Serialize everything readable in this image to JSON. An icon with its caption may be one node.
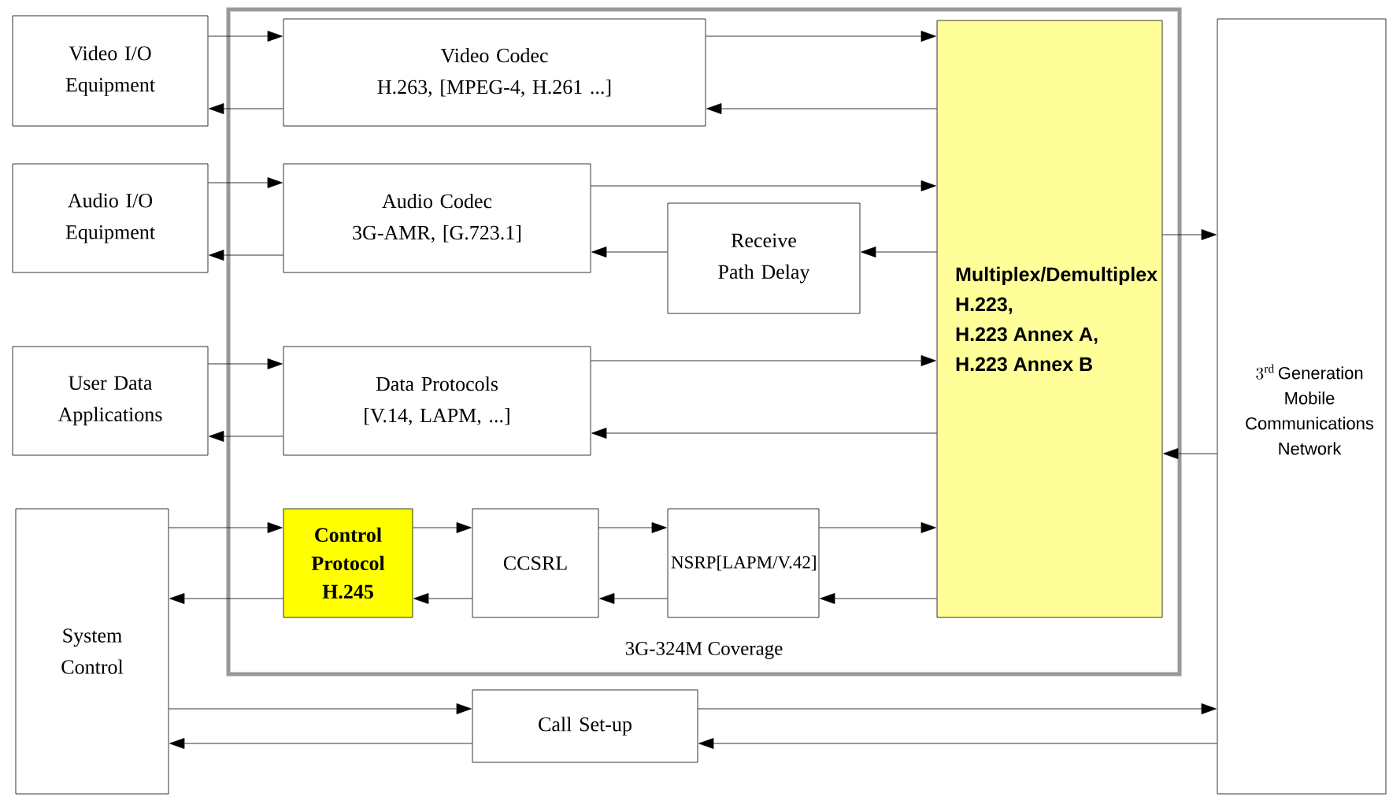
{
  "diagram": {
    "nodes": [
      {
        "text": [
          "Video I/O Equipment"
        ]
      },
      {
        "text": [
          "Audio I/O Equipment"
        ]
      },
      {
        "text": [
          "User Data Applications"
        ]
      },
      {
        "text": [
          "System Control"
        ]
      },
      {
        "text": [
          "3G-324M Coverage"
        ]
      },
      {
        "text": [
          "Video Codec",
          "H.263, [MPEG-4, H.261 ...]"
        ],
        "in": 4
      },
      {
        "text": [
          "Audio Codec",
          "3G-AMR, [G.723.1]"
        ],
        "in": 4
      },
      {
        "text": [
          "Receive Path Delay"
        ],
        "in": 4
      },
      {
        "text": [
          "Data Protocols",
          "[V.14, LAPM, ...]"
        ],
        "in": 4
      },
      {
        "text": [
          "Control Protocol H.245"
        ],
        "in": 4
      },
      {
        "text": [
          "CCSRL"
        ],
        "in": 4
      },
      {
        "text": [
          "NSRP[LAPM/V.42]"
        ],
        "in": 4
      },
      {
        "text": [
          "Multiplex/Demultiplex",
          "H.223,",
          "H.223 Annex A,",
          "H.223 Annex B"
        ],
        "in": 4
      },
      {
        "text": [
          "3^{\\mathrm{rd}}",
          "Generation",
          "Mobile Communications Network"
        ]
      },
      {
        "text": [
          "Call Set-up"
        ]
      }
    ],
    "edges": [
      {
        "from": 0,
        "to": 5,
        "arrow": "to"
      },
      {
        "from": 5,
        "to": 0,
        "arrow": "to"
      },
      {
        "from": 1,
        "to": 6,
        "arrow": "to"
      },
      {
        "from": 6,
        "to": 1,
        "arrow": "to"
      },
      {
        "from": 2,
        "to": 8,
        "arrow": "to"
      },
      {
        "from": 8,
        "to": 2,
        "arrow": "to"
      },
      {
        "from": 3,
        "to": 9,
        "arrow": "to"
      },
      {
        "from": 9,
        "to": 3,
        "arrow": "to"
      },
      {
        "from": 9,
        "to": 10,
        "arrow": "to"
      },
      {
        "from": 10,
        "to": 9,
        "arrow": "to"
      },
      {
        "from": 10,
        "to": 11,
        "arrow": "to"
      },
      {
        "from": 11,
        "to": 10,
        "arrow": "to"
      },
      {
        "from": 11,
        "to": 12,
        "arrow": "to"
      },
      {
        "from": 12,
        "to": 11,
        "arrow": "to"
      },
      {
        "from": 5,
        "to": 12,
        "arrow": "to"
      },
      {
        "from": 12,
        "to": 5,
        "arrow": "to"
      },
      {
        "from": 6,
        "to": 12,
        "arrow": "to"
      },
      {
        "from": 12,
        "to": 7,
        "arrow": "to"
      },
      {
        "from": 7,
        "to": 6,
        "arrow": "to"
      },
      {
        "from": 8,
        "to": 12,
        "arrow": "to"
      },
      {
        "from": 12,
        "to": 8,
        "arrow": "to"
      },
      {
        "from": 12,
        "to": 13,
        "arrow": "to"
      },
      {
        "from": 13,
        "to": 12,
        "arrow": "to"
      },
      {
        "from": 3,
        "to": 14,
        "arrow": "to"
      },
      {
        "from": 14,
        "to": 13,
        "arrow": "to"
      },
      {
        "from": 13,
        "to": 14,
        "arrow": "to"
      },
      {
        "from": 14,
        "to": 3,
        "arrow": "to"
      }
    ]
  }
}
